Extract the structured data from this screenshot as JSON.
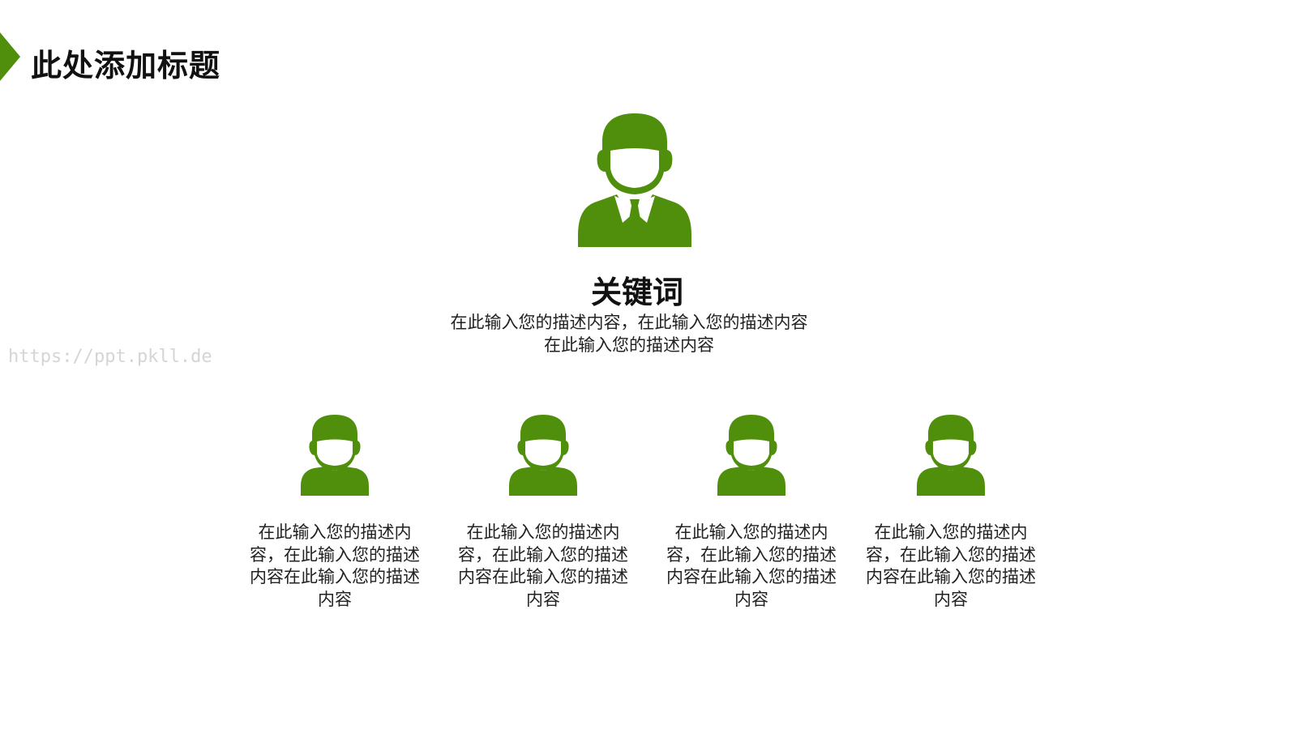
{
  "slide": {
    "title": "此处添加标题",
    "watermark": "https://ppt.pkll.de",
    "accent_color": "#4f8f0b"
  },
  "top": {
    "icon": "businessman-icon",
    "keyword": "关键词",
    "description": "在此输入您的描述内容，在此输入您的描述内容在此输入您的描述内容"
  },
  "members": [
    {
      "icon": "person-icon",
      "description": "在此输入您的描述内容，在此输入您的描述内容在此输入您的描述内容"
    },
    {
      "icon": "person-icon",
      "description": "在此输入您的描述内容，在此输入您的描述内容在此输入您的描述内容"
    },
    {
      "icon": "person-icon",
      "description": "在此输入您的描述内容，在此输入您的描述内容在此输入您的描述内容"
    },
    {
      "icon": "person-icon",
      "description": "在此输入您的描述内容，在此输入您的描述内容在此输入您的描述内容"
    }
  ]
}
